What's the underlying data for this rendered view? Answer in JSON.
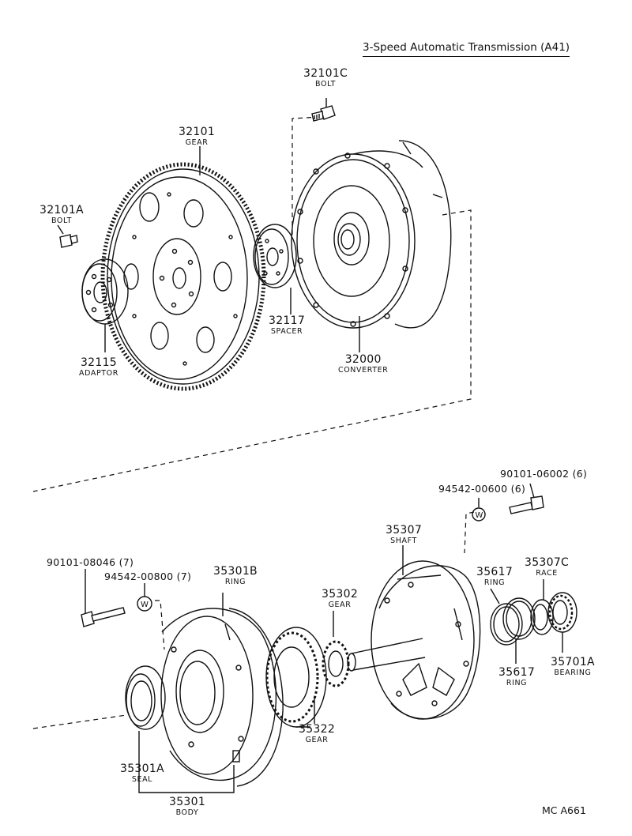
{
  "header": {
    "title": "3-Speed Automatic Transmission (A41)"
  },
  "footer": {
    "ref": "MC A661"
  },
  "parts": {
    "p32101C": {
      "num": "32101C",
      "name": "BOLT"
    },
    "p32101": {
      "num": "32101",
      "name": "GEAR"
    },
    "p32101A": {
      "num": "32101A",
      "name": "BOLT"
    },
    "p32115": {
      "num": "32115",
      "name": "ADAPTOR"
    },
    "p32117": {
      "num": "32117",
      "name": "SPACER"
    },
    "p32000": {
      "num": "32000",
      "name": "CONVERTER"
    },
    "p90101_06002": {
      "num": "90101-06002 (6)"
    },
    "p94542_00600": {
      "num": "94542-00600 (6)"
    },
    "p35307": {
      "num": "35307",
      "name": "SHAFT"
    },
    "p35307C": {
      "num": "35307C",
      "name": "RACE"
    },
    "p35617a": {
      "num": "35617",
      "name": "RING"
    },
    "p35617b": {
      "num": "35617",
      "name": "RING"
    },
    "p35701A": {
      "num": "35701A",
      "name": "BEARING"
    },
    "p90101_08046": {
      "num": "90101-08046 (7)"
    },
    "p94542_00800": {
      "num": "94542-00800 (7)"
    },
    "p35301B": {
      "num": "35301B",
      "name": "RING"
    },
    "p35302": {
      "num": "35302",
      "name": "GEAR"
    },
    "p35322": {
      "num": "35322",
      "name": "GEAR"
    },
    "p35301A": {
      "num": "35301A",
      "name": "SEAL"
    },
    "p35301": {
      "num": "35301",
      "name": "BODY"
    }
  }
}
